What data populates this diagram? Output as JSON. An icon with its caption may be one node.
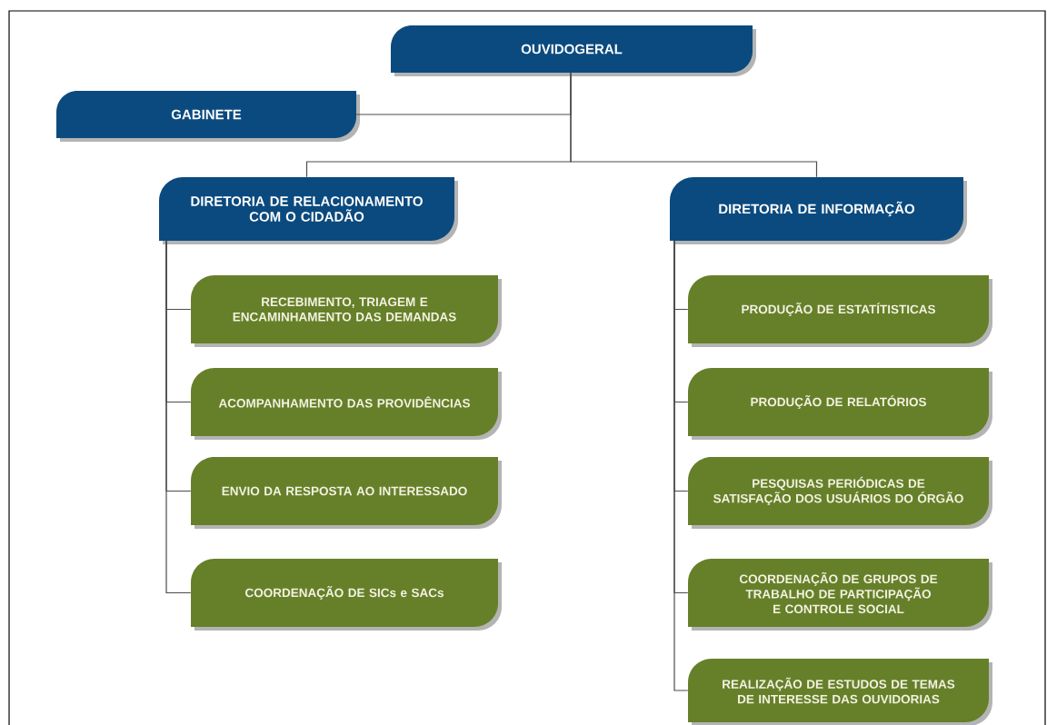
{
  "diagram": {
    "nodes": [
      {
        "text": [
          "OUVIDOGERAL"
        ]
      },
      {
        "text": [
          "GABINETE"
        ]
      },
      {
        "text": [
          "DIRETORIA DE RELACIONAMENTO COM O CIDADÃO"
        ]
      },
      {
        "text": [
          "DIRETORIA DE INFORMAÇÃO"
        ]
      },
      {
        "text": [
          "RECEBIMENTO, TRIAGEM E ENCAMINHAMENTO DAS DEMANDAS"
        ]
      },
      {
        "text": [
          "ACOMPANHAMENTO DAS PROVIDÊNCIAS"
        ]
      },
      {
        "text": [
          "ENVIO DA RESPOSTA AO INTERESSADO"
        ]
      },
      {
        "text": [
          "COORDENAÇÃO DE SICs e SACs"
        ]
      },
      {
        "text": [
          "PRODUÇÃO DE ESTATÍTISTICAS"
        ]
      },
      {
        "text": [
          "PRODUÇÃO DE RELATÓRIOS"
        ]
      },
      {
        "text": [
          "PESQUISAS PERIÓDICAS DE SATISFAÇÃO DOS USUÁRIOS DO ÓRGÃO"
        ]
      },
      {
        "text": [
          "COORDENAÇÃO DE GRUPOS DE TRABALHO DE PARTICIPAÇÃO E CONTROLE SOCIAL"
        ]
      },
      {
        "text": [
          "REALIZAÇÃO DE ESTUDOS DE TEMAS DE INTERESSE DAS OUVIDORIAS"
        ]
      }
    ],
    "edges": [
      {
        "from": 0,
        "to": 1,
        "arrow": "none"
      },
      {
        "from": 0,
        "to": 2,
        "arrow": "none"
      },
      {
        "from": 0,
        "to": 3,
        "arrow": "none"
      },
      {
        "from": 2,
        "to": 4,
        "arrow": "none"
      },
      {
        "from": 2,
        "to": 5,
        "arrow": "none"
      },
      {
        "from": 2,
        "to": 6,
        "arrow": "none"
      },
      {
        "from": 2,
        "to": 7,
        "arrow": "none"
      },
      {
        "from": 3,
        "to": 8,
        "arrow": "none"
      },
      {
        "from": 3,
        "to": 9,
        "arrow": "none"
      },
      {
        "from": 3,
        "to": 10,
        "arrow": "none"
      },
      {
        "from": 3,
        "to": 11,
        "arrow": "none"
      },
      {
        "from": 3,
        "to": 12,
        "arrow": "none"
      }
    ]
  }
}
